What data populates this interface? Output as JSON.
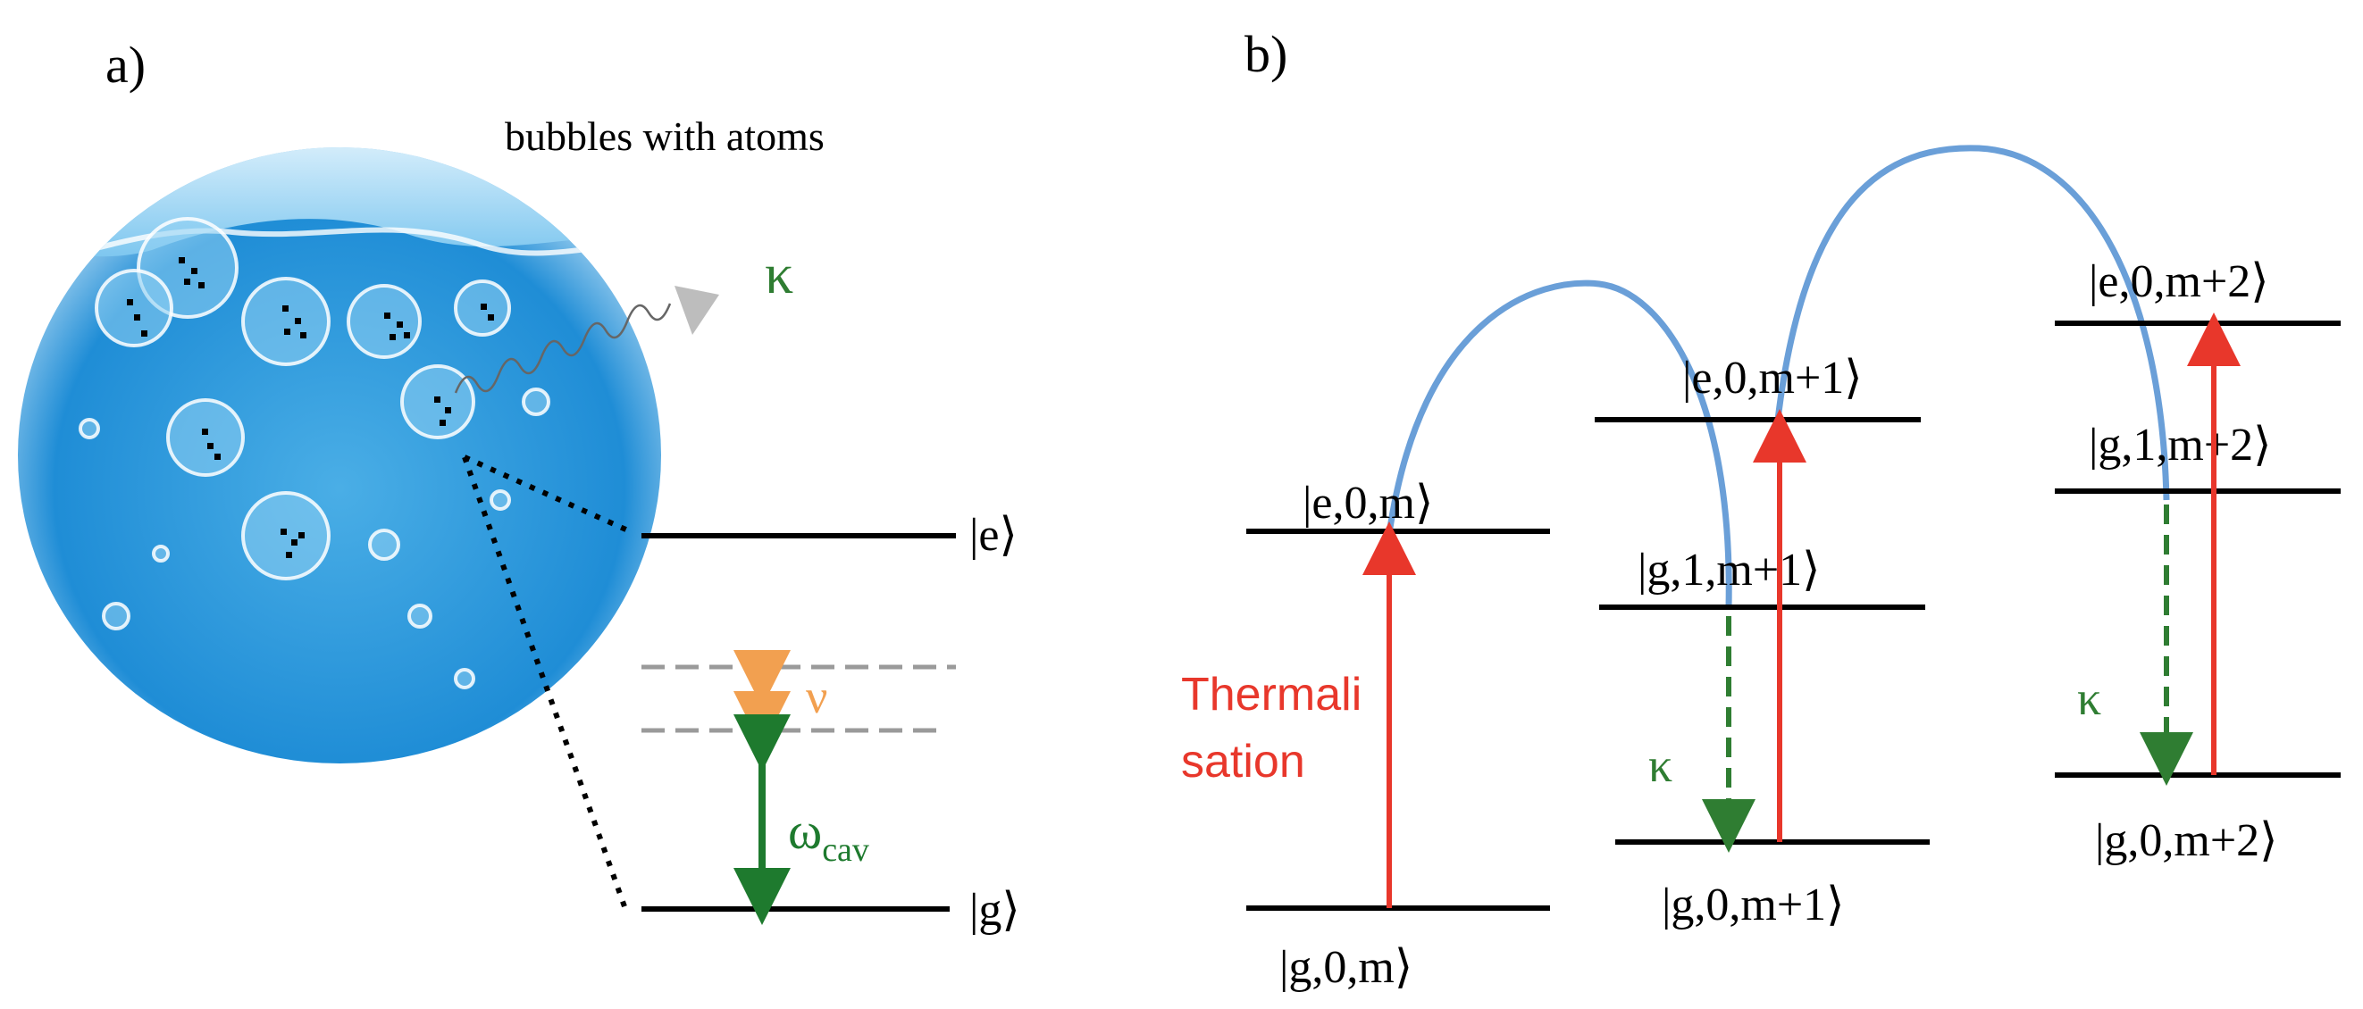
{
  "panel_a": {
    "label": "a)",
    "bubble_caption": "bubbles with atoms",
    "kappa": "κ",
    "level_e": "|e⟩",
    "level_g": "|g⟩",
    "nu": "ν",
    "omega_main": "ω",
    "omega_sub": "cav"
  },
  "panel_b": {
    "label": "b)",
    "thermalisation_line1": "Thermali",
    "thermalisation_line2": "sation",
    "states": {
      "e0m": "|e,0,m⟩",
      "g0m": "|g,0,m⟩",
      "e0m1": "|e,0,m+1⟩",
      "g1m1": "|g,1,m+1⟩",
      "g0m1": "|g,0,m+1⟩",
      "e0m2": "|e,0,m+2⟩",
      "g1m2": "|g,1,m+2⟩",
      "g0m2": "|g,0,m+2⟩"
    },
    "kappa_1": "κ",
    "kappa_2": "κ"
  },
  "colors": {
    "level": "#000000",
    "pump_arrow": "#e8372b",
    "decay_arrow": "#2f7d32",
    "omega_arrow": "#1e7a2e",
    "nu_arrow": "#f2a050",
    "hop_arc": "#6a9fd8",
    "thermal_text": "#e8372b",
    "dashed_level": "#9a9a9a",
    "water_light": "#d6eefc",
    "water_mid": "#5bb7ea",
    "water_dark": "#1c86cf"
  }
}
